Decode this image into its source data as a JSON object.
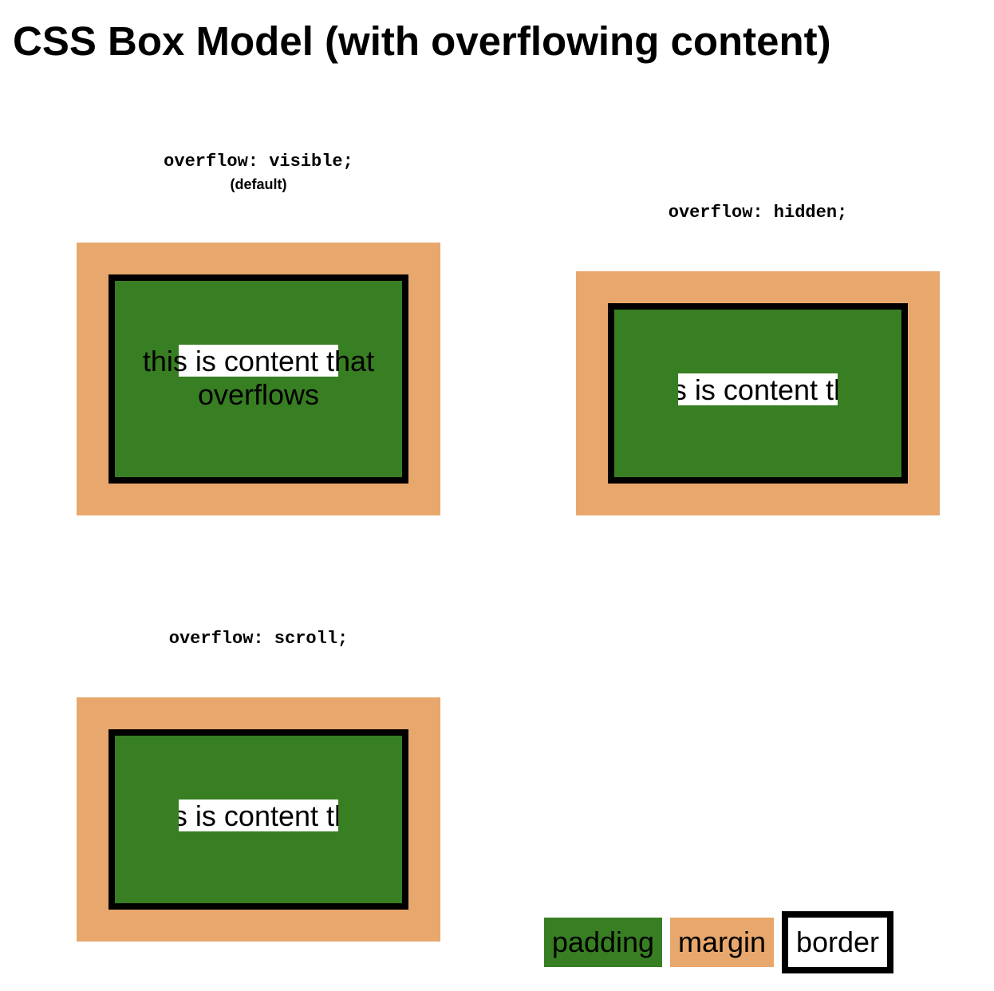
{
  "title": "CSS Box Model (with overflowing content)",
  "panels": {
    "visible": {
      "label": "overflow: visible;",
      "sublabel": "(default)",
      "content_text": "this is content that overflows"
    },
    "hidden": {
      "label": "overflow: hidden;",
      "content_text": "this is content that overflows"
    },
    "scroll": {
      "label": "overflow: scroll;",
      "content_text": "this is content that overflows"
    }
  },
  "legend": {
    "padding": "padding",
    "margin": "margin",
    "border": "border"
  },
  "colors": {
    "margin": "#e8a76c",
    "padding": "#387e22",
    "border": "#000000",
    "content": "#ffffff"
  }
}
